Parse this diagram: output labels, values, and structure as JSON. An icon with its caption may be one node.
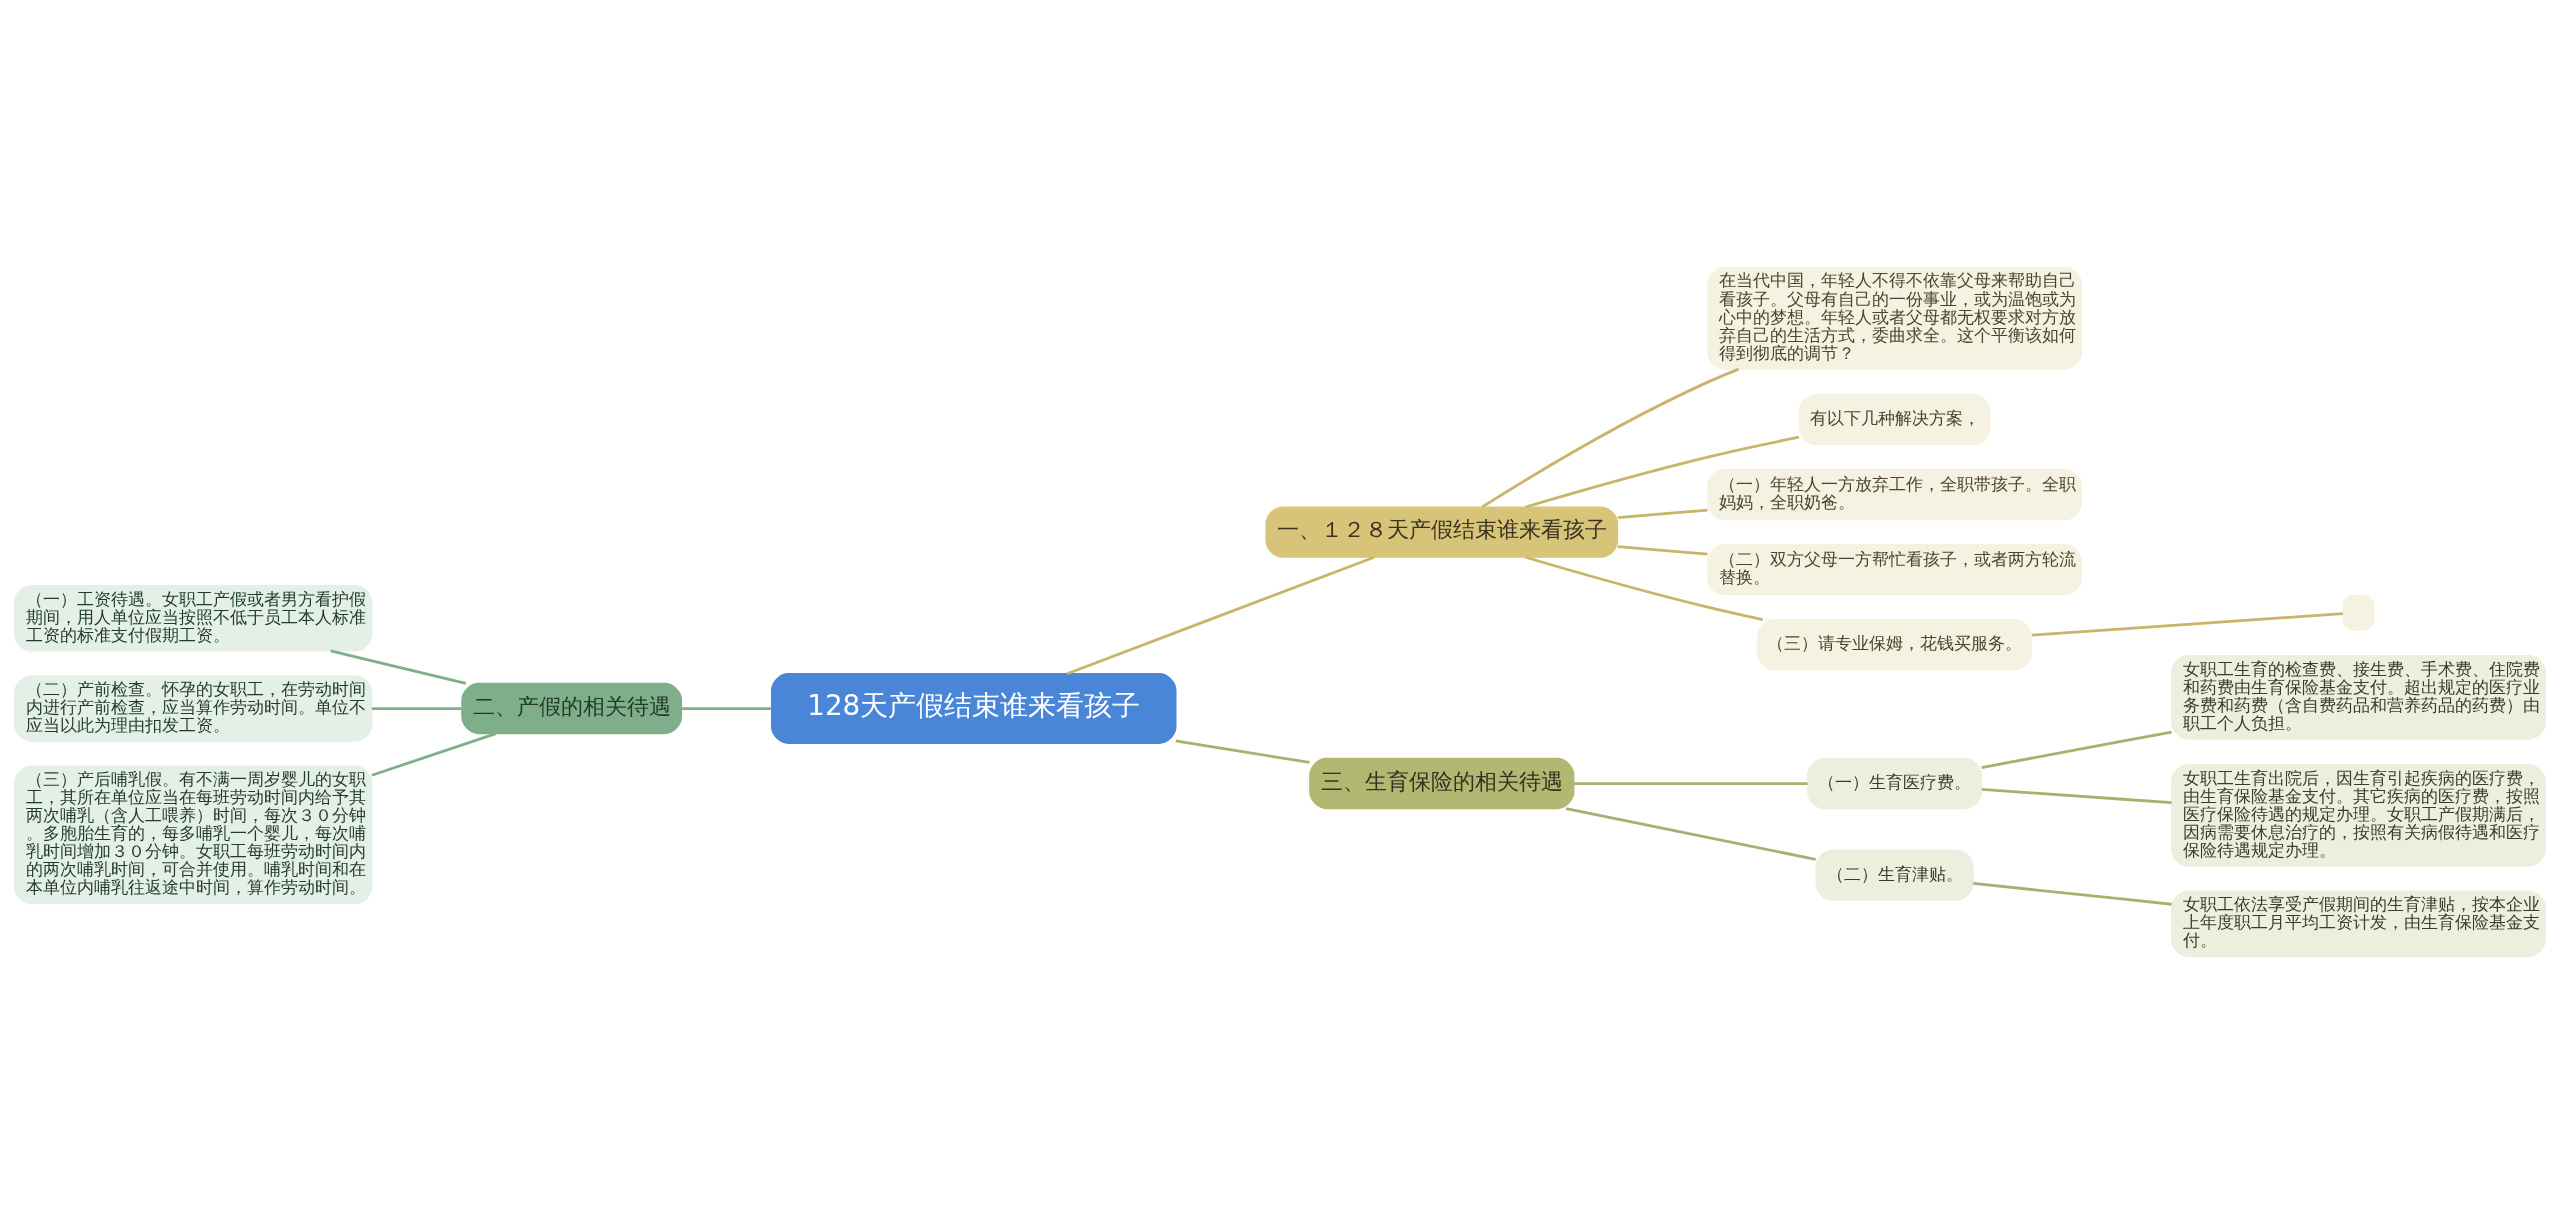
{
  "diagram": {
    "nodes": [
      {
        "text": [
          "128天产假结束谁来看孩子"
        ]
      },
      {
        "text": [
          "一、１２８天产假结束谁来看孩子"
        ]
      },
      {
        "text": [
          "在当代中国，年轻人不得不依靠父母来帮助自己看孩子。父母有自己的一份事业，或为温饱或为心中的梦想。年轻人或者父母都无权要求对方放弃自己的生活方式，委曲求全。这个平衡该如何得到彻底的调节？"
        ]
      },
      {
        "text": [
          "有以下几种解决方案，"
        ]
      },
      {
        "text": [
          "（一）年轻人一方放弃工作，全职带孩子。全职妈妈，全职奶爸。"
        ]
      },
      {
        "text": [
          "（二）双方父母一方帮忙看孩子，或者两方轮流替换。"
        ]
      },
      {
        "text": [
          "（三）请专业保姆，花钱买服务。"
        ]
      },
      {
        "text": [],
        "shape": "box"
      },
      {
        "text": [
          "二、产假的相关待遇"
        ]
      },
      {
        "text": [
          "（一）工资待遇。女职工产假或者男方看护假期间，用人单位应当按照不低于员工本人标准工资的标准支付假期工资。"
        ]
      },
      {
        "text": [
          "（二）产前检查。怀孕的女职工，在劳动时间内进行产前检查，应当算作劳动时间。单位不应当以此为理由扣发工资。"
        ]
      },
      {
        "text": [
          "（三）产后哺乳假。有不满一周岁婴儿的女职工，其所在单位应当在每班劳动时间内给予其两次哺乳（含人工喂养）时间，每次３０分钟。多胞胎生育的，每多哺乳一个婴儿，每次哺乳时间增加３０分钟。女职工每班劳动时间内的两次哺乳时间，可合并使用。哺乳时间和在本单位内哺乳往返途中时间，算作劳动时间。"
        ]
      },
      {
        "text": [
          "三、生育保险的相关待遇"
        ]
      },
      {
        "text": [
          "（一）生育医疗费。"
        ]
      },
      {
        "text": [
          "女职工生育的检查费、接生费、手术费、住院费和药费由生育保险基金支付。超出规定的医疗业务费和药费（含自费药品和营养药品的药费）由职工个人负担。"
        ]
      },
      {
        "text": [
          "女职工生育出院后，因生育引起疾病的医疗费，由生育保险基金支付。其它疾病的医疗费，按照医疗保险待遇的规定办理。女职工产假期满后，因病需要休息治疗的，按照有关病假待遇和医疗保险待遇规定办理。"
        ]
      },
      {
        "text": [
          "（二）生育津贴。"
        ]
      },
      {
        "text": [
          "女职工依法享受产假期间的生育津贴，按本企业上年度职工月平均工资计发，由生育保险基金支付。"
        ]
      }
    ],
    "edges": [
      {
        "from": 0,
        "to": 1,
        "arrow": "none"
      },
      {
        "from": 1,
        "to": 2,
        "arrow": "none"
      },
      {
        "from": 1,
        "to": 3,
        "arrow": "none"
      },
      {
        "from": 1,
        "to": 4,
        "arrow": "none"
      },
      {
        "from": 1,
        "to": 5,
        "arrow": "none"
      },
      {
        "from": 1,
        "to": 6,
        "arrow": "none"
      },
      {
        "from": 6,
        "to": 7,
        "arrow": "none"
      },
      {
        "from": 0,
        "to": 8,
        "arrow": "none",
        "color": "#7fae8a"
      },
      {
        "from": 8,
        "to": 9,
        "arrow": "none",
        "color": "#7fae8a"
      },
      {
        "from": 8,
        "to": 10,
        "arrow": "none",
        "color": "#7fae8a"
      },
      {
        "from": 8,
        "to": 11,
        "arrow": "none",
        "color": "#7fae8a"
      },
      {
        "from": 0,
        "to": 12,
        "arrow": "none",
        "color": "#a9b06e"
      },
      {
        "from": 12,
        "to": 13,
        "arrow": "none",
        "color": "#a9b06e"
      },
      {
        "from": 13,
        "to": 14,
        "arrow": "none",
        "color": "#a9b06e"
      },
      {
        "from": 13,
        "to": 15,
        "arrow": "none",
        "color": "#a9b06e"
      },
      {
        "from": 12,
        "to": 16,
        "arrow": "none",
        "color": "#a9b06e"
      },
      {
        "from": 16,
        "to": 17,
        "arrow": "none",
        "color": "#a9b06e"
      }
    ]
  }
}
